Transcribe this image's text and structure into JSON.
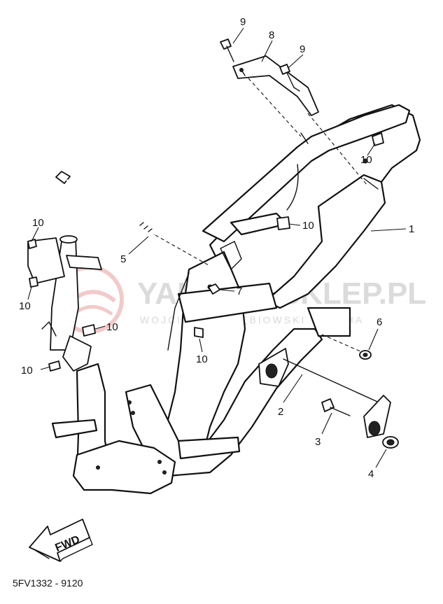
{
  "watermark": {
    "main": "YAMAHA-SKLEP.PL",
    "sub": "WOJCIECH GOŁĘBIOWSKI YAMAHA"
  },
  "diagram": {
    "code": "5FV1332 - 9120",
    "fwd_label": "FWD",
    "callouts": {
      "c1": "1",
      "c2": "2",
      "c3": "3",
      "c4": "4",
      "c5": "5",
      "c6": "6",
      "c7": "7",
      "c8": "8",
      "c9a": "9",
      "c9b": "9",
      "c10a": "10",
      "c10b": "10",
      "c10c": "10",
      "c10d": "10",
      "c10e": "10",
      "c10f": "10",
      "c10g": "10"
    }
  },
  "colors": {
    "ink": "#111111",
    "watermark": "#cfcfcf",
    "watermark_logo": "#e8a0a0"
  }
}
